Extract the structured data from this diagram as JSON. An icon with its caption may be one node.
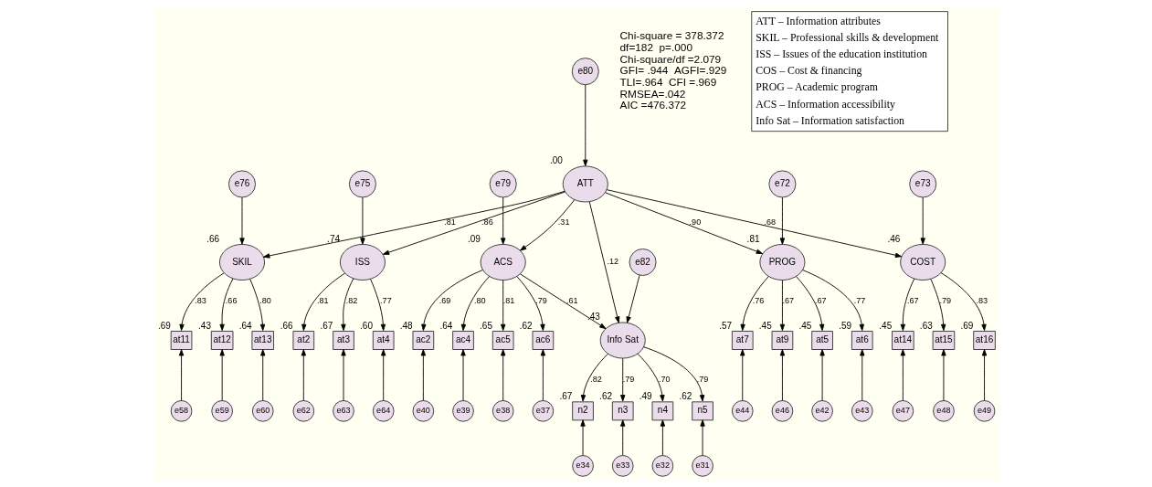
{
  "diagram": {
    "nodes": [
      {
        "text": [
          "ATT"
        ],
        "beside": [
          ".00"
        ]
      },
      {
        "text": [
          "e80"
        ]
      },
      {
        "text": [
          "SKIL"
        ],
        "beside": [
          ".66"
        ]
      },
      {
        "text": [
          "e76"
        ]
      },
      {
        "text": [
          "ISS"
        ],
        "beside": [
          ".74"
        ]
      },
      {
        "text": [
          "e75"
        ]
      },
      {
        "text": [
          "COST"
        ],
        "beside": [
          ".46"
        ]
      },
      {
        "text": [
          "e73"
        ]
      },
      {
        "text": [
          "PROG"
        ],
        "beside": [
          ".81"
        ]
      },
      {
        "text": [
          "e72"
        ]
      },
      {
        "text": [
          "ACS"
        ],
        "beside": [
          ".09"
        ]
      },
      {
        "text": [
          "e79"
        ]
      },
      {
        "text": [
          "Info Sat"
        ],
        "beside": [
          ".43"
        ]
      },
      {
        "text": [
          "e82"
        ]
      },
      {
        "text": [
          "at11"
        ],
        "beside": [
          ".69"
        ]
      },
      {
        "text": [
          "e58"
        ]
      },
      {
        "text": [
          "at12"
        ],
        "beside": [
          ".43"
        ]
      },
      {
        "text": [
          "e59"
        ]
      },
      {
        "text": [
          "at13"
        ],
        "beside": [
          ".64"
        ]
      },
      {
        "text": [
          "e60"
        ]
      },
      {
        "text": [
          "at2"
        ],
        "beside": [
          ".66"
        ]
      },
      {
        "text": [
          "e62"
        ]
      },
      {
        "text": [
          "at3"
        ],
        "beside": [
          ".67"
        ]
      },
      {
        "text": [
          "e63"
        ]
      },
      {
        "text": [
          "at4"
        ],
        "beside": [
          ".60"
        ]
      },
      {
        "text": [
          "e64"
        ]
      },
      {
        "text": [
          "at14"
        ],
        "beside": [
          ".45"
        ]
      },
      {
        "text": [
          "e47"
        ]
      },
      {
        "text": [
          "at15"
        ],
        "beside": [
          ".63"
        ]
      },
      {
        "text": [
          "e48"
        ]
      },
      {
        "text": [
          "at16"
        ],
        "beside": [
          ".69"
        ]
      },
      {
        "text": [
          "e49"
        ]
      },
      {
        "text": [
          "at5"
        ],
        "beside": [
          ".45"
        ]
      },
      {
        "text": [
          "e42"
        ]
      },
      {
        "text": [
          "at6"
        ],
        "beside": [
          ".59"
        ]
      },
      {
        "text": [
          "e43"
        ]
      },
      {
        "text": [
          "at7"
        ],
        "beside": [
          ".57"
        ]
      },
      {
        "text": [
          "e44"
        ]
      },
      {
        "text": [
          "at9"
        ],
        "beside": [
          ".45"
        ]
      },
      {
        "text": [
          "e46"
        ]
      },
      {
        "text": [
          "ac2"
        ],
        "beside": [
          ".48"
        ]
      },
      {
        "text": [
          "e40"
        ]
      },
      {
        "text": [
          "ac4"
        ],
        "beside": [
          ".64"
        ]
      },
      {
        "text": [
          "e39"
        ]
      },
      {
        "text": [
          "ac5"
        ],
        "beside": [
          ".65"
        ]
      },
      {
        "text": [
          "e38"
        ]
      },
      {
        "text": [
          "ac6"
        ],
        "beside": [
          ".62"
        ]
      },
      {
        "text": [
          "e37"
        ]
      },
      {
        "text": [
          "n2"
        ],
        "beside": [
          ".67"
        ]
      },
      {
        "text": [
          "e34"
        ]
      },
      {
        "text": [
          "n3"
        ],
        "beside": [
          ".62"
        ]
      },
      {
        "text": [
          "e33"
        ]
      },
      {
        "text": [
          "n4"
        ],
        "beside": [
          ".49"
        ]
      },
      {
        "text": [
          "e32"
        ]
      },
      {
        "text": [
          "n5"
        ],
        "beside": [
          ".62"
        ]
      },
      {
        "text": [
          "e31"
        ]
      }
    ],
    "edges": [
      {
        "from": 1,
        "to": 0,
        "arrow": "to"
      },
      {
        "from": 0,
        "to": 2,
        "arrow": "to",
        "label": ".81"
      },
      {
        "from": 0,
        "to": 4,
        "arrow": "to",
        "label": ".86"
      },
      {
        "from": 0,
        "to": 6,
        "arrow": "to",
        "label": ".68"
      },
      {
        "from": 0,
        "to": 8,
        "arrow": "to",
        "label": ".90"
      },
      {
        "from": 0,
        "to": 10,
        "arrow": "to",
        "label": ".31"
      },
      {
        "from": 0,
        "to": 12,
        "arrow": "to",
        "label": ".12"
      },
      {
        "from": 10,
        "to": 12,
        "arrow": "to",
        "label": ".61"
      },
      {
        "from": 3,
        "to": 2,
        "arrow": "to"
      },
      {
        "from": 5,
        "to": 4,
        "arrow": "to"
      },
      {
        "from": 7,
        "to": 6,
        "arrow": "to"
      },
      {
        "from": 9,
        "to": 8,
        "arrow": "to"
      },
      {
        "from": 11,
        "to": 10,
        "arrow": "to"
      },
      {
        "from": 13,
        "to": 12,
        "arrow": "to"
      },
      {
        "from": 2,
        "to": 14,
        "arrow": "to",
        "label": ".83"
      },
      {
        "from": 2,
        "to": 16,
        "arrow": "to",
        "label": ".66"
      },
      {
        "from": 2,
        "to": 18,
        "arrow": "to",
        "label": ".80"
      },
      {
        "from": 4,
        "to": 20,
        "arrow": "to",
        "label": ".81"
      },
      {
        "from": 4,
        "to": 22,
        "arrow": "to",
        "label": ".82"
      },
      {
        "from": 4,
        "to": 24,
        "arrow": "to",
        "label": ".77"
      },
      {
        "from": 6,
        "to": 26,
        "arrow": "to",
        "label": ".67"
      },
      {
        "from": 6,
        "to": 28,
        "arrow": "to",
        "label": ".79"
      },
      {
        "from": 6,
        "to": 30,
        "arrow": "to",
        "label": ".83"
      },
      {
        "from": 8,
        "to": 32,
        "arrow": "to",
        "label": ".67"
      },
      {
        "from": 8,
        "to": 34,
        "arrow": "to",
        "label": ".77"
      },
      {
        "from": 8,
        "to": 36,
        "arrow": "to",
        "label": ".76"
      },
      {
        "from": 8,
        "to": 38,
        "arrow": "to",
        "label": ".67"
      },
      {
        "from": 10,
        "to": 40,
        "arrow": "to",
        "label": ".69"
      },
      {
        "from": 10,
        "to": 42,
        "arrow": "to",
        "label": ".80"
      },
      {
        "from": 10,
        "to": 44,
        "arrow": "to",
        "label": ".81"
      },
      {
        "from": 10,
        "to": 46,
        "arrow": "to",
        "label": ".79"
      },
      {
        "from": 12,
        "to": 48,
        "arrow": "to",
        "label": ".82"
      },
      {
        "from": 12,
        "to": 50,
        "arrow": "to",
        "label": ".79"
      },
      {
        "from": 12,
        "to": 52,
        "arrow": "to",
        "label": ".70"
      },
      {
        "from": 12,
        "to": 54,
        "arrow": "to",
        "label": ".79"
      },
      {
        "from": 15,
        "to": 14,
        "arrow": "to"
      },
      {
        "from": 17,
        "to": 16,
        "arrow": "to"
      },
      {
        "from": 19,
        "to": 18,
        "arrow": "to"
      },
      {
        "from": 21,
        "to": 20,
        "arrow": "to"
      },
      {
        "from": 23,
        "to": 22,
        "arrow": "to"
      },
      {
        "from": 25,
        "to": 24,
        "arrow": "to"
      },
      {
        "from": 27,
        "to": 26,
        "arrow": "to"
      },
      {
        "from": 29,
        "to": 28,
        "arrow": "to"
      },
      {
        "from": 31,
        "to": 30,
        "arrow": "to"
      },
      {
        "from": 33,
        "to": 32,
        "arrow": "to"
      },
      {
        "from": 35,
        "to": 34,
        "arrow": "to"
      },
      {
        "from": 37,
        "to": 36,
        "arrow": "to"
      },
      {
        "from": 39,
        "to": 38,
        "arrow": "to"
      },
      {
        "from": 41,
        "to": 40,
        "arrow": "to"
      },
      {
        "from": 43,
        "to": 42,
        "arrow": "to"
      },
      {
        "from": 45,
        "to": 44,
        "arrow": "to"
      },
      {
        "from": 47,
        "to": 46,
        "arrow": "to"
      },
      {
        "from": 49,
        "to": 48,
        "arrow": "to"
      },
      {
        "from": 51,
        "to": 50,
        "arrow": "to"
      },
      {
        "from": 53,
        "to": 52,
        "arrow": "to"
      },
      {
        "from": 55,
        "to": 54,
        "arrow": "to"
      }
    ],
    "labels": [
      "Chi-square = 378.372",
      "df=182  p=.000",
      "Chi-square/df =2.079",
      "GFI= .944  AGFI=.929",
      "TLI=.964  CFI =.969",
      "RMSEA=.042",
      "AIC =476.372",
      "ATT – Information attributes",
      "SKIL – Professional skills & development",
      "ISS – Issues of the education institution",
      "COS – Cost & financing",
      "PROG – Academic program",
      "ACS – Information accessibility",
      "Info Sat – Information satisfaction"
    ]
  }
}
